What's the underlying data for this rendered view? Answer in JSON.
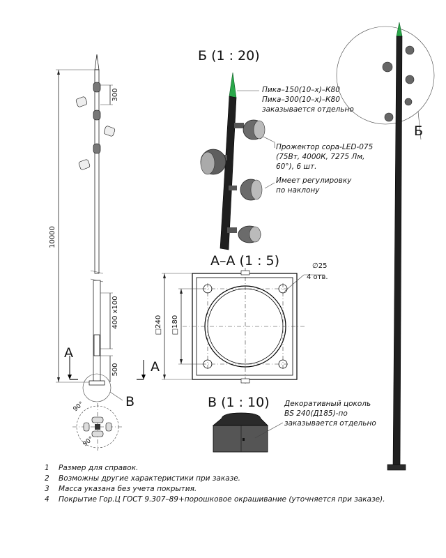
{
  "views": {
    "b_title": "Б (1 : 20)",
    "aa_title": "А–А (1 : 5)",
    "v_title": "В (1 : 10)",
    "callout_b": "Б",
    "callout_v": "В",
    "section_a_left": "А",
    "section_a_right": "А"
  },
  "dimensions": {
    "height_total": "10000",
    "top_spacing": "300",
    "mid": "400 x100",
    "bottom": "500",
    "sq_outer": "□240",
    "sq_inner": "□180",
    "hole_dia": "∅25",
    "hole_count": "4 отв.",
    "angle1": "90°",
    "angle2": "90°"
  },
  "notes_b": {
    "spike_line1": "Пика–150(10–х)–К80",
    "spike_line2": "Пика–300(10–х)–К80",
    "spike_line3": "заказывается отдельно",
    "projector_line1": "Прожектор copa-LED-075",
    "projector_line2": "(75Вт, 4000К, 7275 Лм,",
    "projector_line3": "60°), 6 шт.",
    "tilt_line1": "Имеет регулировку",
    "tilt_line2": "по наклону"
  },
  "notes_v": {
    "line1": "Декоративный цоколь",
    "line2": "BS 240(Д185)-по",
    "line3": "заказывается отдельно"
  },
  "footnotes": [
    {
      "num": "1",
      "text": "Размер для справок."
    },
    {
      "num": "2",
      "text": "Возможны другие характеристики при заказе."
    },
    {
      "num": "3",
      "text": "Масса указана без учета покрытия."
    },
    {
      "num": "4",
      "text": "Покрытие Гор.Ц ГОСТ 9.307–89+порошковое окрашивание (уточняется при заказе)."
    }
  ],
  "colors": {
    "spike_green": "#2aa84a",
    "pole_dark": "#1f1f1f",
    "projector_grey": "#6b6b6b"
  }
}
